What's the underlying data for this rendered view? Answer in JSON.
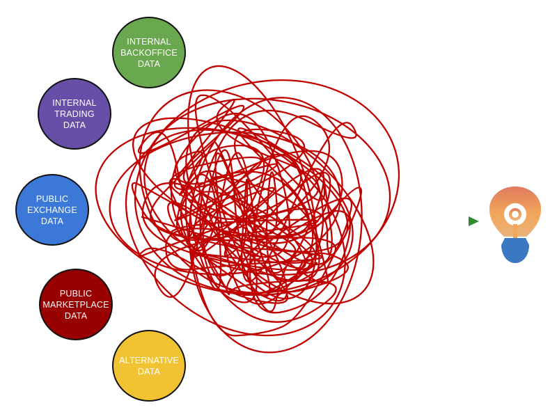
{
  "colors": {
    "tangle": "#c00000",
    "arrow": "#2e8b2e",
    "bulb_top": "#e07a5f",
    "bulb_mid": "#f2a65a",
    "bulb_base": "#3a78c2"
  },
  "sources": [
    {
      "id": "backoffice",
      "label": "INTERNAL\nBACKOFFICE\nDATA",
      "color": "#6aa84f"
    },
    {
      "id": "trading",
      "label": "INTERNAL\nTRADING\nDATA",
      "color": "#674ea7"
    },
    {
      "id": "exchange",
      "label": "PUBLIC\nEXCHANGE\nDATA",
      "color": "#3c78d8"
    },
    {
      "id": "marketplace",
      "label": "PUBLIC\nMARKETPLACE\nDATA",
      "color": "#990000"
    },
    {
      "id": "alternative",
      "label": "ALTERNATIVE\nDATA",
      "color": "#f1c232"
    }
  ],
  "icons": {
    "insight": "lightbulb-icon",
    "flow": "arrow-right-icon"
  }
}
